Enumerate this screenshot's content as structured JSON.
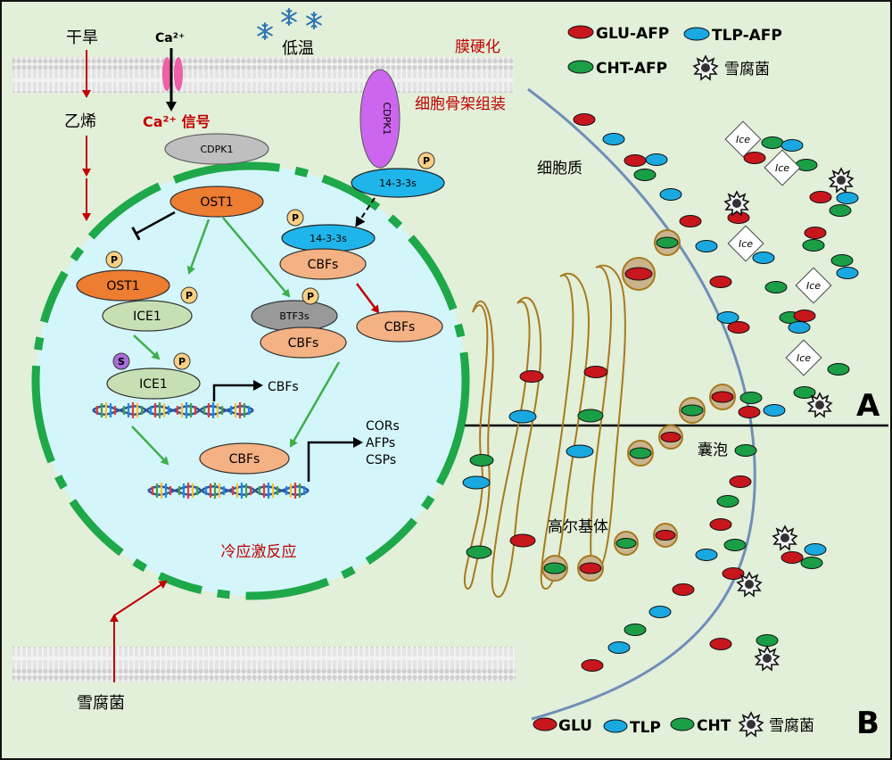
{
  "stimuli": {
    "drought": "干旱",
    "ethylene": "乙烯",
    "calcium_ion": "Ca²⁺",
    "calcium_signal": "Ca²⁺ 信号",
    "low_temperature": "低温",
    "snow_mold_pathogen": "雪腐菌"
  },
  "membrane_labels": {
    "membrane_rigidification": "膜硬化",
    "cytoskeleton_assembly": "细胞骨架组装"
  },
  "nucleus": {
    "cdpk1_top": "CDPK1",
    "cdpk1_membrane": "CDPK1",
    "ost1_main": "OST1",
    "ost1_complex": "OST1",
    "ice1_complex": "ICE1",
    "ice1_modified": "ICE1",
    "p_mark": "P",
    "s_mark": "S",
    "protein_14_3_3_membrane": "14-3-3s",
    "protein_14_3_3_nucleus": "14-3-3s",
    "cbfs_bound_1433": "CBFs",
    "cbfs_free": "CBFs",
    "btf3s": "BTF3s",
    "cbfs_bound_btf3": "CBFs",
    "cbfs_on_dna": "CBFs",
    "cbfs_target_gene": "CBFs",
    "target_genes": [
      "CORs",
      "AFPs",
      "CSPs"
    ],
    "cold_response": "冷应激反应"
  },
  "cell": {
    "cytoplasm": "细胞质",
    "vesicle": "囊泡",
    "golgi": "高尔基体",
    "ice_label": "Ice"
  },
  "legend_top": {
    "glu_afp": "GLU-AFP",
    "tlp_afp": "TLP-AFP",
    "cht_afp": "CHT-AFP",
    "pathogen": "雪腐菌"
  },
  "legend_bottom": {
    "glu": "GLU",
    "tlp": "TLP",
    "cht": "CHT",
    "pathogen": "雪腐菌"
  },
  "panels": {
    "a": "A",
    "b": "B"
  },
  "colors": {
    "background": "#e2efd9",
    "nucleus_fill": "#d4f6fb",
    "nuclear_envelope": "#1ea84a",
    "red_arrow": "#c00000",
    "green_arrow": "#3cb04a",
    "glu": "#c8161d",
    "tlp": "#1aa8e0",
    "cht": "#1a9e46",
    "ost1": "#ed7d31",
    "ice1": "#c6e0b4",
    "cbfs": "#f4b183",
    "protein_1433": "#1fb5ea",
    "cdpk1_membrane": "#cc66ee",
    "phospho": "#fcd083",
    "sumo": "#a86ed8",
    "golgi": "#a87a1e",
    "plasma_membrane": "#6f8fb8"
  },
  "icons": [
    "snowflake-icon",
    "snow-mold-pathogen-icon",
    "ice-crystal-icon",
    "dna-helix-icon",
    "calcium-channel-icon"
  ]
}
